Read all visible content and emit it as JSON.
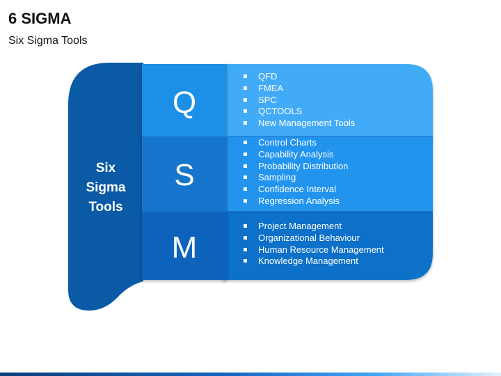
{
  "header": {
    "title": "6 SIGMA",
    "subtitle": "Six Sigma Tools"
  },
  "diagram": {
    "side_label_lines": [
      "Six",
      "Sigma",
      "Tools"
    ],
    "rows": [
      {
        "letter": "Q",
        "items": [
          "QFD",
          "FMEA",
          "SPC",
          "QCTOOLS",
          "New Management Tools"
        ]
      },
      {
        "letter": "S",
        "items": [
          "Control Charts",
          "Capability  Analysis",
          "Probability Distribution",
          "Sampling",
          "Confidence Interval",
          "Regression Analysis"
        ]
      },
      {
        "letter": "M",
        "items": [
          "Project Management",
          "Organizational Behaviour",
          "Human Resource Management",
          "Knowledge Management"
        ]
      }
    ]
  },
  "colors": {
    "side_panel": "#0a5aa6",
    "q_letter": "#1e8fe6",
    "q_list": "#42abf7",
    "s_letter": "#1374cd",
    "s_list": "#2494ee",
    "m_letter": "#0b64bb",
    "m_list": "#1170c9"
  }
}
